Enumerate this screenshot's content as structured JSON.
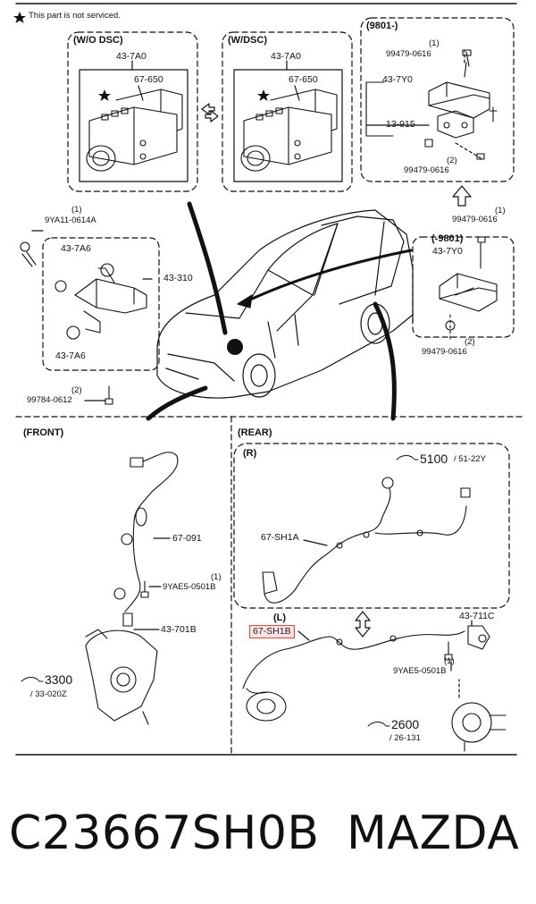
{
  "diagram": {
    "note": "This part is not serviced.",
    "sections": {
      "wo_dsc": "(W/O DSC)",
      "w_dsc": "(W/DSC)",
      "from_9801": "(9801-)",
      "to_9801": "(-9801)",
      "front": "(FRONT)",
      "rear": "(REAR)",
      "rear_right": "(R)",
      "rear_left": "(L)"
    },
    "labels": {
      "hu_left": "43-7A0",
      "hu_right": "43-7A0",
      "pump_left": "67-650",
      "pump_right": "67-650",
      "bracket_9801_a": "43-7Y0",
      "bracket_9801_b": "43-7Y0",
      "nut_13915": "13-915",
      "bolt_top": "99479-0616",
      "bolt_mid": "99479-0616",
      "bolt_mid2": "99479-0616",
      "bolt_low": "99479-0616",
      "qty_top": "(1)",
      "qty_mid": "(2)",
      "qty_mid2": "(1)",
      "qty_low": "(2)",
      "bolt_9ya11": "9YA11-0614A",
      "qty_9ya11": "(1)",
      "mount_a": "43-7A6",
      "mount_b": "43-7A6",
      "bracket_43310": "43-310",
      "bolt_99784": "99784-0612",
      "qty_99784": "(2)",
      "front_harness": "67-091",
      "front_bolt": "9YAE5-0501B",
      "front_bolt_qty": "(1)",
      "front_sensor": "43-701B",
      "ref_3300": "3300",
      "ref_3300_sub": "/ 33-020Z",
      "ref_5100": "5100",
      "ref_5100_sub": "/ 51-22Y",
      "rear_harness_r": "67-SH1A",
      "rear_harness_l": "67-SH1B",
      "rear_sensor": "43-711C",
      "rear_bolt": "9YAE5-0501B",
      "rear_bolt_qty": "(1)",
      "ref_2600": "2600",
      "ref_2600_sub": "/ 26-131"
    }
  },
  "part_number": "C23667SH0B",
  "brand": "MAZDA"
}
